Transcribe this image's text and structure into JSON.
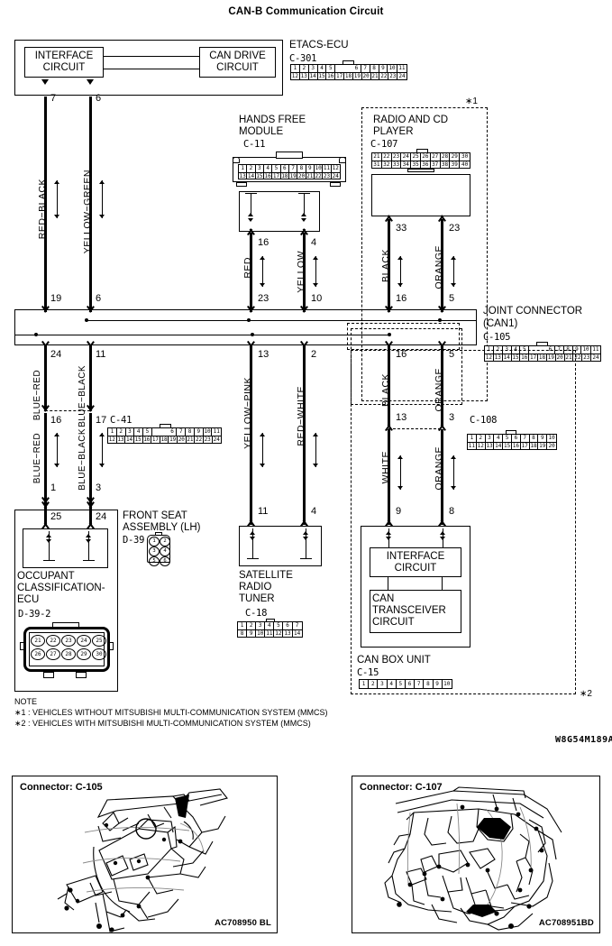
{
  "diagram": {
    "title": "CAN-B Communication Circuit",
    "drawing_code": "W8G54M189A"
  },
  "components": {
    "etacs": {
      "name": "ETACS-ECU",
      "connector": "C-301",
      "blocks": [
        "INTERFACE\nCIRCUIT",
        "CAN DRIVE\nCIRCUIT"
      ],
      "pins_top": [
        "1",
        "2",
        "3",
        "4",
        "5",
        "6",
        "7",
        "8",
        "9",
        "10",
        "11"
      ],
      "pins_bottom": [
        "12",
        "13",
        "14",
        "15",
        "16",
        "17",
        "18",
        "19",
        "20",
        "21",
        "22",
        "23",
        "24"
      ]
    },
    "hands_free": {
      "name": "HANDS FREE\nMODULE",
      "connector": "C-11",
      "pins_top": [
        "1",
        "2",
        "3",
        "4",
        "5",
        "6",
        "7",
        "8",
        "9",
        "10",
        "11",
        "12"
      ],
      "pins_bottom": [
        "13",
        "14",
        "15",
        "16",
        "17",
        "18",
        "19",
        "20",
        "21",
        "22",
        "23",
        "24"
      ]
    },
    "radio_cd": {
      "name": "RADIO AND CD\nPLAYER",
      "connector": "C-107",
      "footnote": "∗1",
      "pins_top": [
        "21",
        "22",
        "23",
        "24",
        "25",
        "26",
        "27",
        "28",
        "29",
        "30"
      ],
      "pins_bottom": [
        "31",
        "32",
        "33",
        "34",
        "35",
        "36",
        "37",
        "38",
        "39",
        "40"
      ]
    },
    "joint": {
      "name": "JOINT CONNECTOR",
      "subname": "(CAN1)",
      "connector": "C-105",
      "pins_top": [
        "1",
        "2",
        "3",
        "4",
        "5",
        "6",
        "7",
        "8",
        "9",
        "10",
        "11"
      ],
      "pins_bottom": [
        "12",
        "13",
        "14",
        "15",
        "16",
        "17",
        "18",
        "19",
        "20",
        "21",
        "22",
        "23",
        "24"
      ]
    },
    "c41": {
      "connector": "C-41",
      "pins_top": [
        "1",
        "2",
        "3",
        "4",
        "5",
        "6",
        "7",
        "8",
        "9",
        "10",
        "11"
      ],
      "pins_bottom": [
        "12",
        "13",
        "14",
        "15",
        "16",
        "17",
        "18",
        "19",
        "20",
        "21",
        "22",
        "23",
        "24"
      ]
    },
    "c108": {
      "connector": "C-108",
      "pins_top": [
        "1",
        "2",
        "3",
        "4",
        "5",
        "6",
        "7",
        "8",
        "9",
        "10"
      ],
      "pins_bottom": [
        "11",
        "12",
        "13",
        "14",
        "15",
        "16",
        "17",
        "18",
        "19",
        "20"
      ]
    },
    "occupant": {
      "name": "OCCUPANT\nCLASSIFICATION-\nECU",
      "connector": "D-39-2",
      "pins_top": [
        "21",
        "22",
        "23",
        "24",
        "25"
      ],
      "pins_bottom": [
        "26",
        "27",
        "28",
        "29",
        "30"
      ]
    },
    "front_seat": {
      "name": "FRONT SEAT\nASSEMBLY (LH)",
      "connector": "D-39",
      "pins": [
        "1",
        "2",
        "3",
        "4",
        "5",
        "6"
      ]
    },
    "satellite": {
      "name": "SATELLITE\nRADIO\nTUNER",
      "connector": "C-18",
      "pins_top": [
        "1",
        "2",
        "3",
        "4",
        "5",
        "6",
        "7"
      ],
      "pins_bottom": [
        "8",
        "9",
        "10",
        "11",
        "12",
        "13",
        "14"
      ]
    },
    "can_box": {
      "name": "CAN BOX UNIT",
      "connector": "C-15",
      "blocks": [
        "INTERFACE\nCIRCUIT",
        "CAN\nTRANSCEIVER\nCIRCUIT"
      ],
      "pins": [
        "1",
        "2",
        "3",
        "4",
        "5",
        "6",
        "7",
        "8",
        "9",
        "10"
      ],
      "footnote": "∗2"
    }
  },
  "wires": [
    {
      "id": "w1",
      "color": "RED−BLACK",
      "top_pin": "7",
      "bottom_pin": "19"
    },
    {
      "id": "w2",
      "color": "YELLOW−GREEN",
      "top_pin": "6",
      "bottom_pin": "6"
    },
    {
      "id": "w3",
      "color": "RED",
      "top_pin": "16",
      "bottom_pin": "23"
    },
    {
      "id": "w4",
      "color": "YELLOW",
      "top_pin": "4",
      "bottom_pin": "10"
    },
    {
      "id": "w5",
      "color": "BLACK",
      "top_pin": "33",
      "bottom_pin": "16"
    },
    {
      "id": "w6",
      "color": "ORANGE",
      "top_pin": "23",
      "bottom_pin": "5"
    },
    {
      "id": "w7",
      "color": "BLUE−RED",
      "top_pin": "24",
      "bottom_pin": "16"
    },
    {
      "id": "w8",
      "color": "BLUE−BLACK",
      "top_pin": "11",
      "bottom_pin": "17"
    },
    {
      "id": "w9",
      "color": "BLUE−RED",
      "top_pin": "16",
      "bottom_pin": "1"
    },
    {
      "id": "w10",
      "color": "BLUE−BLACK",
      "top_pin": "17",
      "bottom_pin": "3"
    },
    {
      "id": "w11",
      "color": "YELLOW−PINK",
      "top_pin": "13",
      "bottom_pin": "11"
    },
    {
      "id": "w12",
      "color": "RED−WHITE",
      "top_pin": "2",
      "bottom_pin": "4"
    },
    {
      "id": "w13",
      "color": "BLACK",
      "top_pin": "16",
      "bottom_pin": "13"
    },
    {
      "id": "w14",
      "color": "ORANGE",
      "top_pin": "5",
      "bottom_pin": "3"
    },
    {
      "id": "w15",
      "color": "WHITE",
      "top_pin": "13",
      "bottom_pin": "9"
    },
    {
      "id": "w16",
      "color": "ORANGE",
      "top_pin": "3",
      "bottom_pin": "8"
    },
    {
      "id": "w17",
      "color": "BLUE−RED",
      "top_pin": "1",
      "bottom_pin": "25"
    },
    {
      "id": "w18",
      "color": "BLUE−BLACK",
      "top_pin": "3",
      "bottom_pin": "24"
    }
  ],
  "notes": {
    "heading": "NOTE",
    "lines": [
      "∗1 : VEHICLES WITHOUT MITSUBISHI MULTI-COMMUNICATION SYSTEM (MMCS)",
      "∗2 : VEHICLES WITH MITSUBISHI MULTI-COMMUNICATION SYSTEM (MMCS)"
    ]
  },
  "photos": [
    {
      "label": "Connector: C-105",
      "code": "AC708950 BL"
    },
    {
      "label": "Connector: C-107",
      "code": "AC708951BD"
    }
  ]
}
